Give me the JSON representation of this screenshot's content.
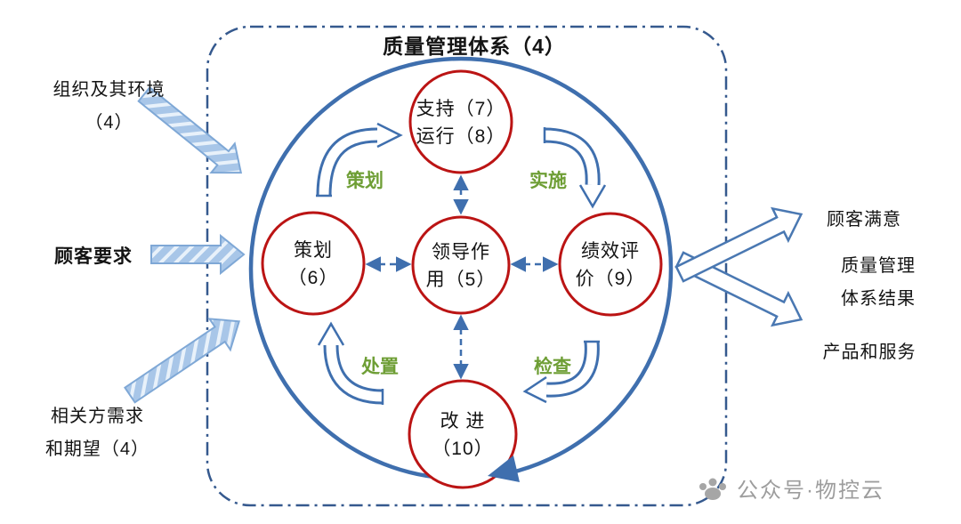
{
  "title": "质量管理体系（4）",
  "nodes": {
    "support": {
      "line1": "支持（7）",
      "line2": "运行（8）"
    },
    "plan": {
      "line1": "策划",
      "line2": "（6）"
    },
    "leadership": {
      "line1": "领导作",
      "line2": "用（5）"
    },
    "evaluation": {
      "line1": "绩效评",
      "line2": "价（9）"
    },
    "improvement": {
      "line1": "改 进",
      "line2": "（10）"
    }
  },
  "pdca": {
    "plan": "策划",
    "do": "实施",
    "act": "处置",
    "check": "检查"
  },
  "inputs": {
    "context": {
      "line1": "组织及其环境",
      "line2": "（4）"
    },
    "customer": {
      "line1": "顾客要求"
    },
    "parties": {
      "line1": "相关方需求",
      "line2": "和期望（4）"
    }
  },
  "outputs": {
    "satisfaction": "顾客满意",
    "results": {
      "line1": "质量管理",
      "line2": "体系结果"
    },
    "products": "产品和服务"
  },
  "watermark": "公众号·物控云",
  "colors": {
    "cycle_blue": "#3f6fae",
    "boundary_blue": "#35598e",
    "node_red": "#bb1414",
    "pdca_green": "#6e9e35",
    "input_arrow_blue": "#a8c6e8",
    "watermark_gray": "#9d9d9d"
  }
}
